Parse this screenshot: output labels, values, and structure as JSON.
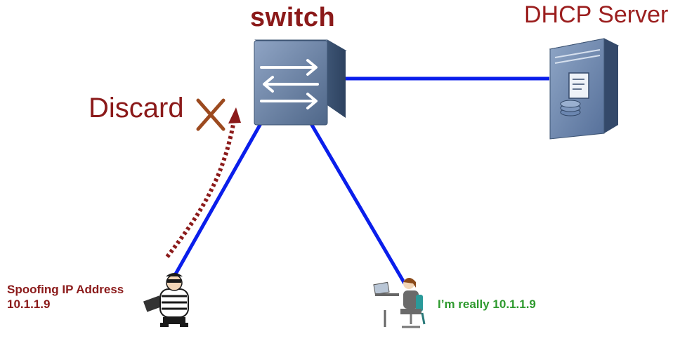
{
  "switch": {
    "label": "switch"
  },
  "server": {
    "label": "DHCP Server"
  },
  "discard": {
    "label": "Discard"
  },
  "attacker": {
    "label_line1": "Spoofing IP Address",
    "label_line2": "10.1.1.9"
  },
  "user": {
    "label": "I’m really 10.1.1.9"
  },
  "colors": {
    "link": "#0a1eeb",
    "label_red": "#8b1a1a",
    "label_green": "#2e9a2e",
    "arrow": "#8b1a1a",
    "discard_x": "#9c4a1f"
  },
  "icons": [
    "switch-icon",
    "dhcp-server-icon",
    "attacker-icon",
    "user-icon",
    "discard-x-icon",
    "spoof-arrow-icon"
  ]
}
